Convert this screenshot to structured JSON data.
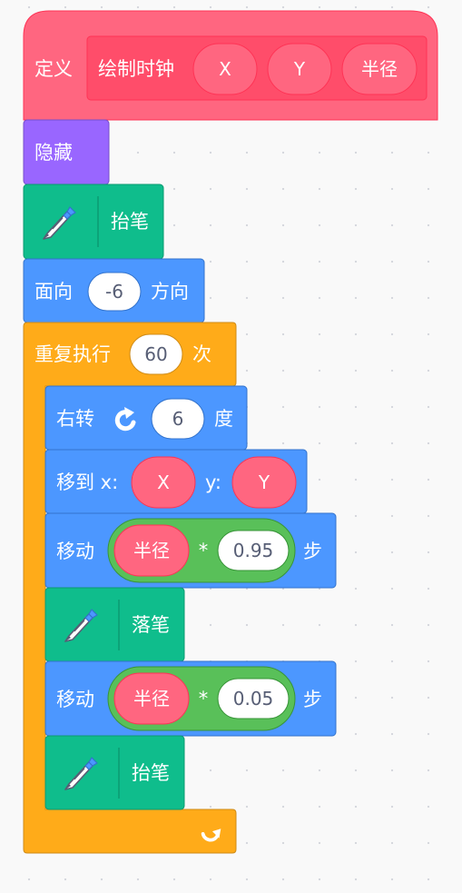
{
  "define_block": {
    "keyword": "定义",
    "proc_name": "绘制时钟",
    "params": [
      "X",
      "Y",
      "半径"
    ]
  },
  "blocks": {
    "hide": {
      "label": "隐藏"
    },
    "pen_up_1": {
      "label": "抬笔"
    },
    "point_direction": {
      "label_before": "面向",
      "value": "-6",
      "label_after": "方向"
    },
    "repeat": {
      "label_before": "重复执行",
      "value": "60",
      "label_after": "次"
    },
    "turn_right": {
      "label_before": "右转",
      "value": "6",
      "label_after": "度"
    },
    "goto_xy": {
      "label": "移到 x:",
      "x_param": "X",
      "y_label": "y:",
      "y_param": "Y"
    },
    "move_1": {
      "label": "移动",
      "param": "半径",
      "operator": "*",
      "value": "0.95",
      "label_after": "步"
    },
    "pen_down": {
      "label": "落笔"
    },
    "move_2": {
      "label": "移动",
      "param": "半径",
      "operator": "*",
      "value": "0.05",
      "label_after": "步"
    },
    "pen_up_2": {
      "label": "抬笔"
    }
  },
  "icons": {
    "pen": "pen-icon",
    "rotate": "rotate-right-icon",
    "repeat_arrow": "repeat-arrow-icon"
  },
  "colors": {
    "custom_block": "#ff6680",
    "custom_block_dark": "#ff4d6a",
    "custom_border": "#ff3355",
    "looks": "#9966ff",
    "pen": "#0fbd8c",
    "motion": "#4c97ff",
    "control": "#ffab19",
    "operator": "#59c059"
  }
}
